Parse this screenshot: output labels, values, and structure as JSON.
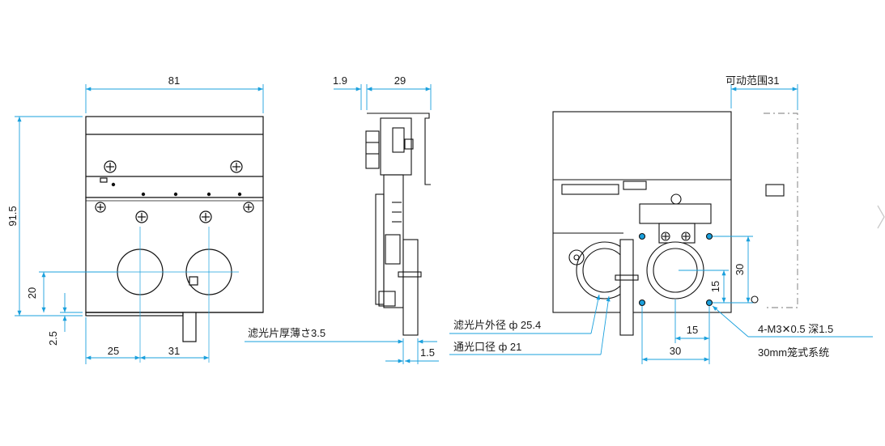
{
  "dimensions": {
    "front_width": "81",
    "front_height": "91.5",
    "front_offset_20": "20",
    "front_offset_2_5": "2.5",
    "front_x_25": "25",
    "front_x_31": "31",
    "side_1_9": "1.9",
    "side_29": "29",
    "side_filter_thickness": "滤光片厚薄さ3.5",
    "side_1_5": "1.5",
    "back_range": "可动范围31",
    "back_30_vertical": "30",
    "back_15_vertical": "15",
    "back_15_horizontal": "15",
    "back_30_horizontal": "30"
  },
  "callouts": {
    "filter_od": "滤光片外径 ф 25.4",
    "aperture": "通光口径 ф 21",
    "screw": "4-M3✕0.5 深1.5",
    "cage": "30mm笼式系统"
  },
  "colors": {
    "dimension_line": "#1aa0dd",
    "outline": "#111111",
    "background": "#ffffff"
  },
  "icons": {
    "side_chevron": "chevron-right-icon"
  }
}
